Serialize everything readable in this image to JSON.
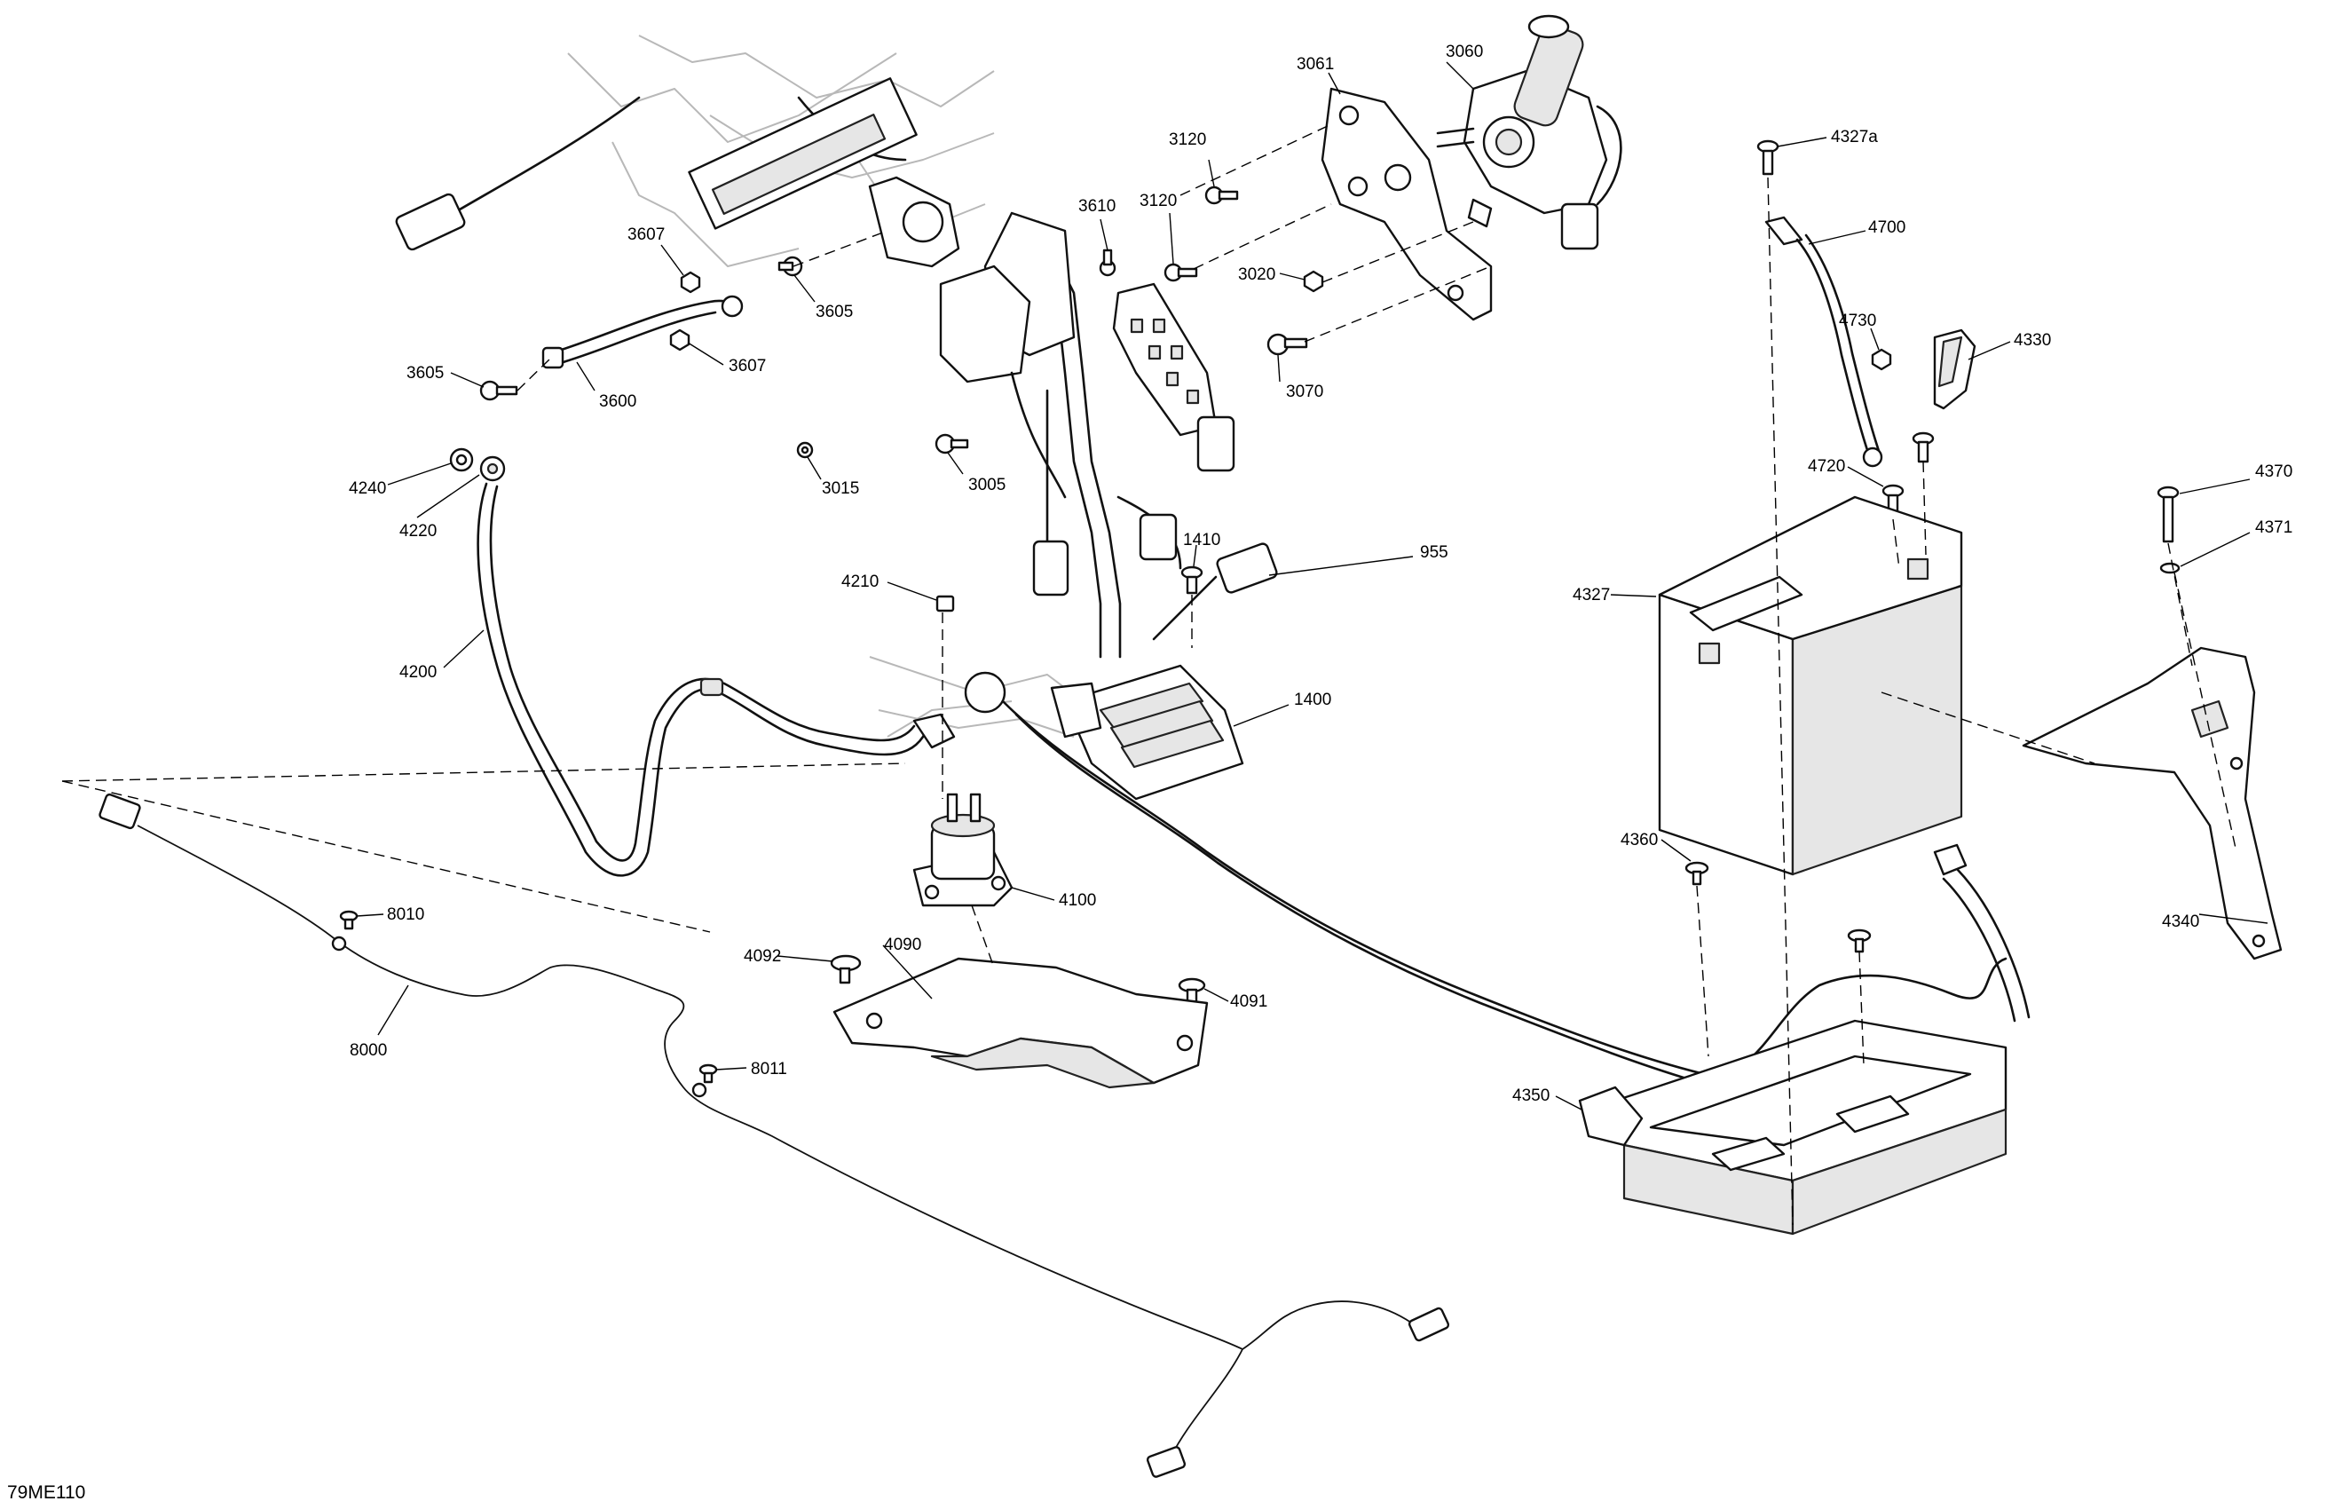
{
  "diagram": {
    "code": "79ME110",
    "callouts": [
      {
        "id": "c3061",
        "text": "3061"
      },
      {
        "id": "c3060",
        "text": "3060"
      },
      {
        "id": "c3120a",
        "text": "3120"
      },
      {
        "id": "c3120b",
        "text": "3120"
      },
      {
        "id": "c3610",
        "text": "3610"
      },
      {
        "id": "c3020",
        "text": "3020"
      },
      {
        "id": "c3070",
        "text": "3070"
      },
      {
        "id": "c3607a",
        "text": "3607"
      },
      {
        "id": "c3605a",
        "text": "3605"
      },
      {
        "id": "c3607b",
        "text": "3607"
      },
      {
        "id": "c3605b",
        "text": "3605"
      },
      {
        "id": "c3600",
        "text": "3600"
      },
      {
        "id": "c3015",
        "text": "3015"
      },
      {
        "id": "c3005",
        "text": "3005"
      },
      {
        "id": "c4240",
        "text": "4240"
      },
      {
        "id": "c4220",
        "text": "4220"
      },
      {
        "id": "c4200",
        "text": "4200"
      },
      {
        "id": "c4210",
        "text": "4210"
      },
      {
        "id": "c1410",
        "text": "1410"
      },
      {
        "id": "c955",
        "text": "955"
      },
      {
        "id": "c1400",
        "text": "1400"
      },
      {
        "id": "c4100",
        "text": "4100"
      },
      {
        "id": "c4092",
        "text": "4092"
      },
      {
        "id": "c4090",
        "text": "4090"
      },
      {
        "id": "c4091",
        "text": "4091"
      },
      {
        "id": "c8010",
        "text": "8010"
      },
      {
        "id": "c8000",
        "text": "8000"
      },
      {
        "id": "c8011",
        "text": "8011"
      },
      {
        "id": "c4327a",
        "text": "4327a"
      },
      {
        "id": "c4700",
        "text": "4700"
      },
      {
        "id": "c4730",
        "text": "4730"
      },
      {
        "id": "c4330",
        "text": "4330"
      },
      {
        "id": "c4720",
        "text": "4720"
      },
      {
        "id": "c4327",
        "text": "4327"
      },
      {
        "id": "c4370",
        "text": "4370"
      },
      {
        "id": "c4371",
        "text": "4371"
      },
      {
        "id": "c4360",
        "text": "4360"
      },
      {
        "id": "c4340",
        "text": "4340"
      },
      {
        "id": "c4350",
        "text": "4350"
      }
    ]
  }
}
